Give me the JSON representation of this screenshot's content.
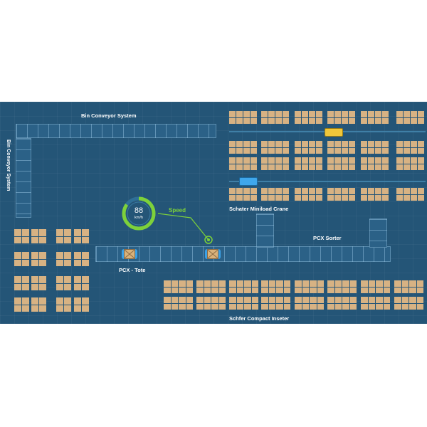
{
  "labels": {
    "bin_conveyor_top": "Bin Conveyor System",
    "bin_conveyor_side": "Bin Conveyor System",
    "miniload": "Schater Miniload Crane",
    "pcx_sorter": "PCX Sorter",
    "pcx_tote": "PCX - Tote",
    "compact": "Schfer Compact Inseter"
  },
  "speed_gauge": {
    "value": "88",
    "unit": "km/h",
    "label": "Speed",
    "fill_fraction": 0.85
  },
  "colors": {
    "background": "#245577",
    "accent_green": "#7dd13a",
    "crate": "#d7b283",
    "crane_yellow": "#f0c73a",
    "crane_blue": "#3fa7ec"
  }
}
